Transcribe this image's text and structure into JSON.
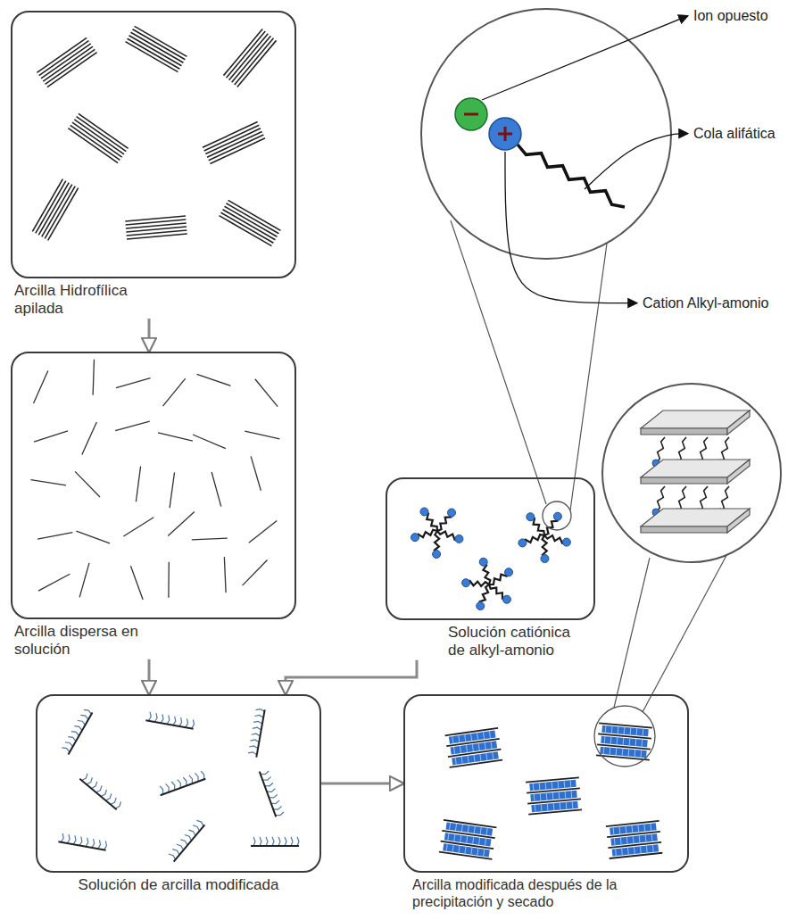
{
  "diagram": {
    "nodes": [
      {
        "text": [
          "Arcilla Hidrofílica apilada"
        ]
      },
      {
        "text": [
          "Arcilla dispersa en solución"
        ]
      },
      {
        "text": [
          "Solución catiónica de alkyl-amonio"
        ]
      },
      {
        "text": [
          "Solución de arcilla modificada"
        ]
      },
      {
        "text": [
          "Arcilla modificada después de la precipitación y secado"
        ]
      }
    ],
    "edges": [
      {
        "from": 0,
        "to": 1,
        "arrow": "to"
      },
      {
        "from": 1,
        "to": 3,
        "arrow": "to"
      },
      {
        "from": 2,
        "to": 3,
        "arrow": "to"
      },
      {
        "from": 3,
        "to": 4,
        "arrow": "to"
      }
    ],
    "labels": [
      "Ion opuesto",
      "Cola alifática",
      "Cation Alkyl-amonio"
    ]
  }
}
